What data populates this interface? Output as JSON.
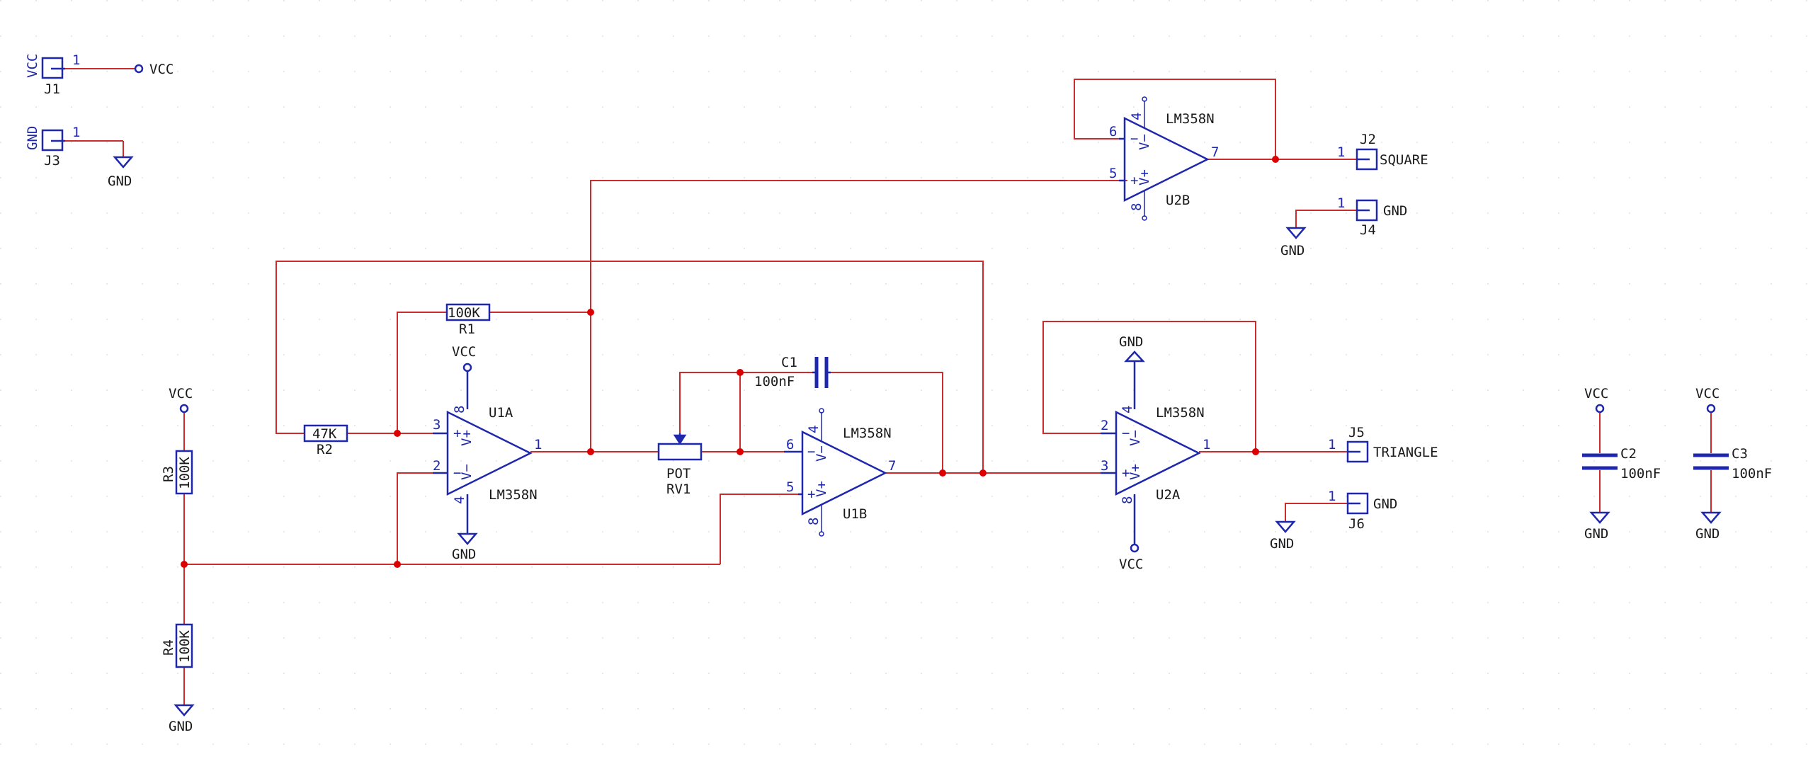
{
  "colors": {
    "background": "#ffffff",
    "grid_dot": "#e2e2e2",
    "wire": "#cc2b2b",
    "junction": "#dd0000",
    "symbol": "#1f28ad",
    "text": "#1a1a1a",
    "pin_num": "#1f28ad"
  },
  "power_labels": {
    "vcc": "VCC",
    "gnd": "GND"
  },
  "connectors": {
    "j1": {
      "ref": "J1",
      "value": "VCC",
      "pin": "1"
    },
    "j3": {
      "ref": "J3",
      "value": "GND",
      "pin": "1"
    },
    "j2": {
      "ref": "J2",
      "label": "SQUARE",
      "pin": "1"
    },
    "j4": {
      "ref": "J4",
      "label": "GND",
      "pin": "1"
    },
    "j5": {
      "ref": "J5",
      "label": "TRIANGLE",
      "pin": "1"
    },
    "j6": {
      "ref": "J6",
      "label": "GND",
      "pin": "1"
    }
  },
  "resistors": {
    "r1": {
      "ref": "R1",
      "value": "100K"
    },
    "r2": {
      "ref": "R2",
      "value": "47K"
    },
    "r3": {
      "ref": "R3",
      "value": "100K"
    },
    "r4": {
      "ref": "R4",
      "value": "100K"
    }
  },
  "capacitors": {
    "c1": {
      "ref": "C1",
      "value": "100nF"
    },
    "c2": {
      "ref": "C2",
      "value": "100nF"
    },
    "c3": {
      "ref": "C3",
      "value": "100nF"
    }
  },
  "potentiometer": {
    "ref": "RV1",
    "value": "POT"
  },
  "opamps": {
    "u1a": {
      "ref": "U1A",
      "part": "LM358N",
      "pins": [
        "3",
        "2",
        "1",
        "8",
        "4"
      ]
    },
    "u1b": {
      "ref": "U1B",
      "part": "LM358N",
      "pins": [
        "6",
        "5",
        "7",
        "4",
        "8"
      ]
    },
    "u2a": {
      "ref": "U2A",
      "part": "LM358N",
      "pins": [
        "2",
        "3",
        "1",
        "4",
        "8"
      ]
    },
    "u2b": {
      "ref": "U2B",
      "part": "LM358N",
      "pins": [
        "6",
        "5",
        "7",
        "4",
        "8"
      ]
    }
  },
  "opamp_symbols": {
    "plus": "+",
    "minus": "−",
    "vplus": "V+",
    "vminus": "V−"
  }
}
